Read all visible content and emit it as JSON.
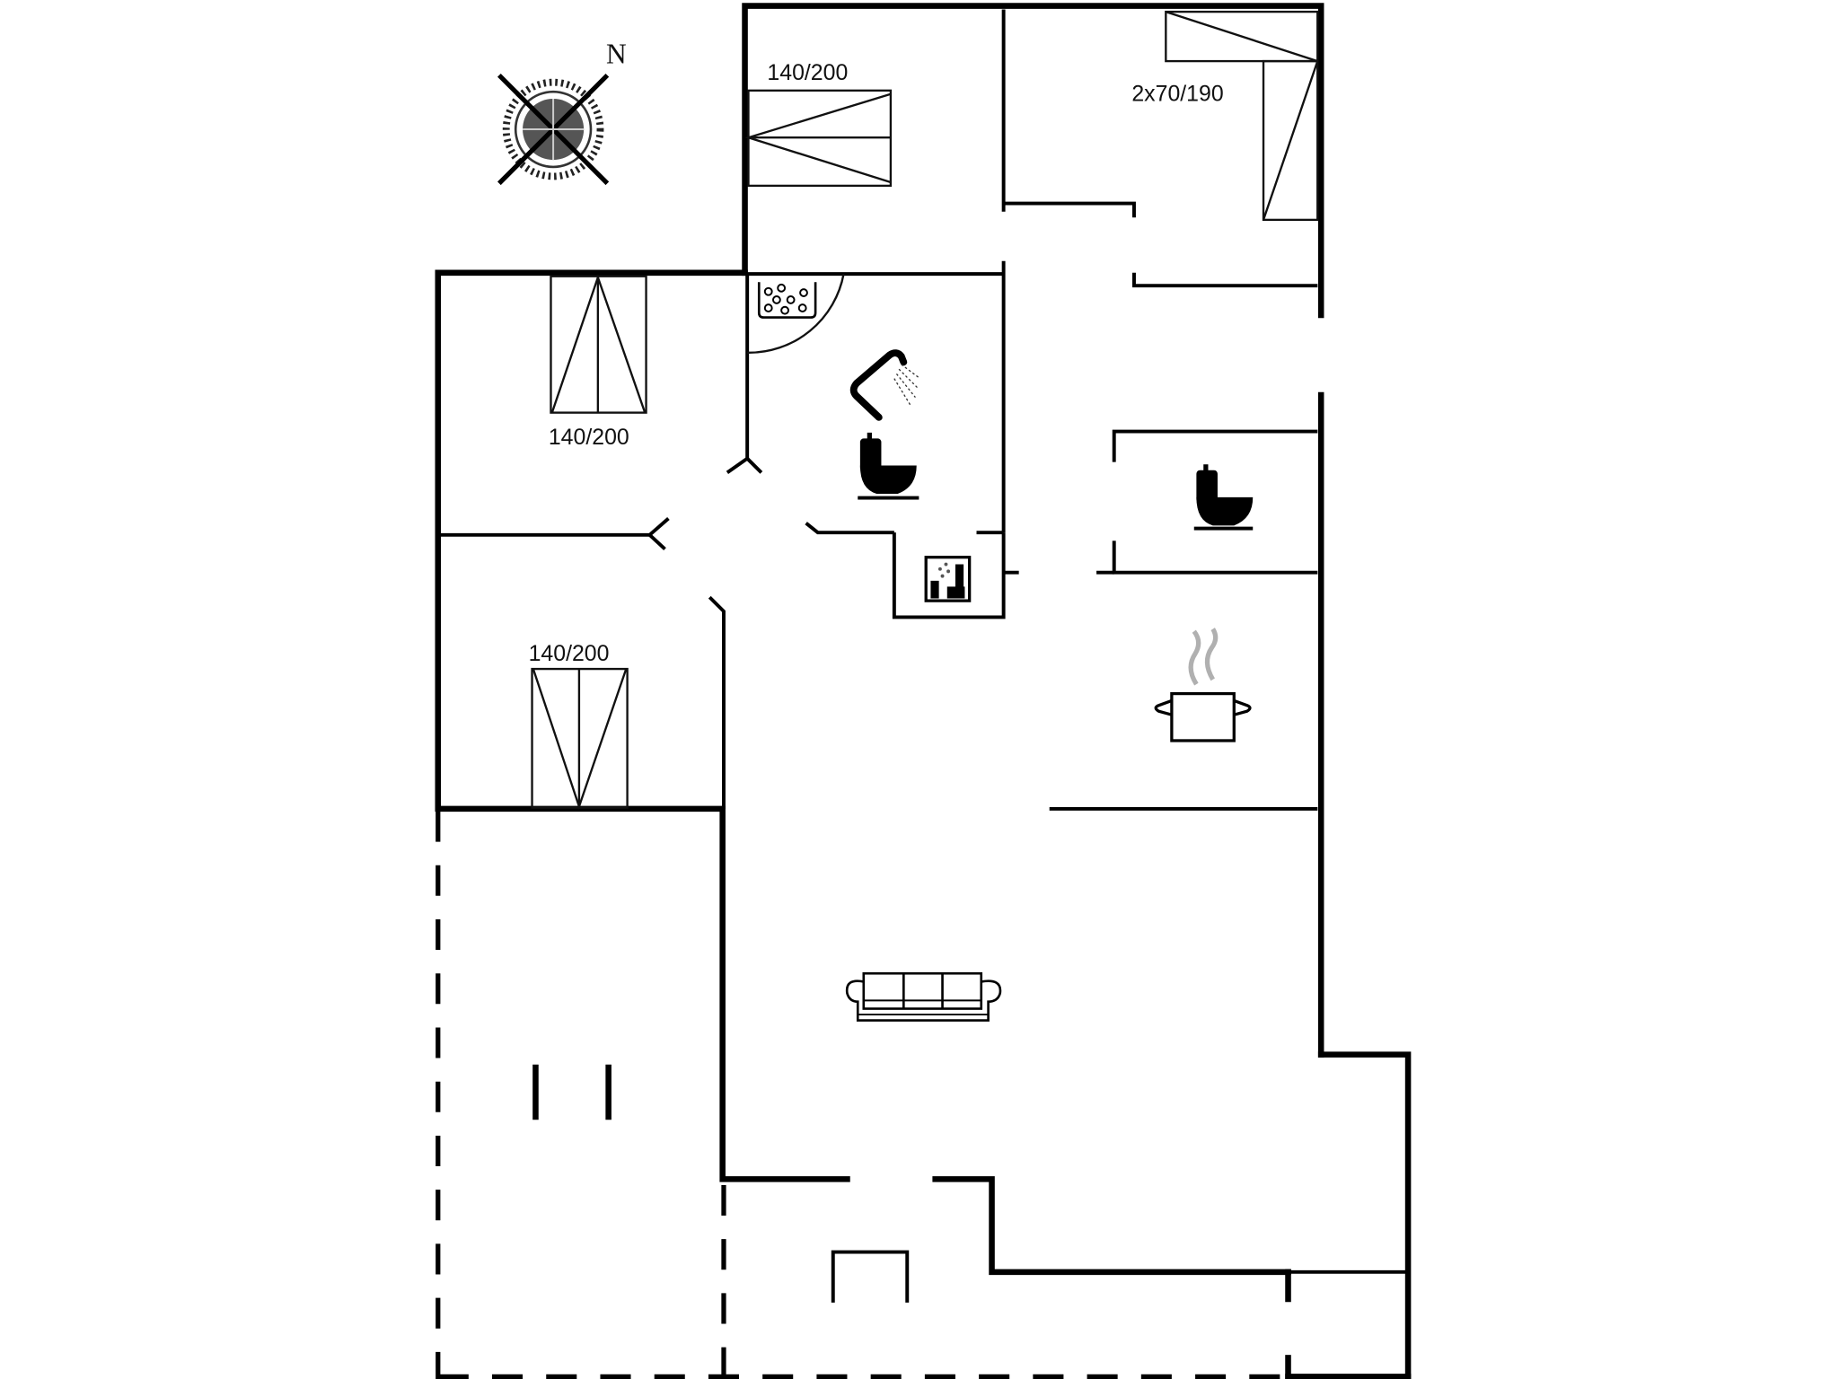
{
  "compass": {
    "north_label": "N"
  },
  "rooms": {
    "bedroom_north": {
      "bed_label": "140/200"
    },
    "bedroom_northeast": {
      "bed_label": "2x70/190"
    },
    "bedroom_west_upper": {
      "bed_label": "140/200"
    },
    "bedroom_west_lower": {
      "bed_label": "140/200"
    },
    "bathroom": {
      "fixtures": [
        "whirlpool-icon",
        "shower-icon",
        "toilet-icon"
      ]
    },
    "sauna": {
      "fixtures": [
        "sauna-icon"
      ]
    },
    "wc": {
      "fixtures": [
        "toilet-icon"
      ]
    },
    "kitchen": {
      "fixtures": [
        "cooking-pot-icon"
      ]
    },
    "living_room": {
      "fixtures": [
        "sofa-icon"
      ]
    }
  },
  "colors": {
    "wall": "#000000",
    "background": "#ffffff",
    "steam": "#b0b0b0"
  }
}
